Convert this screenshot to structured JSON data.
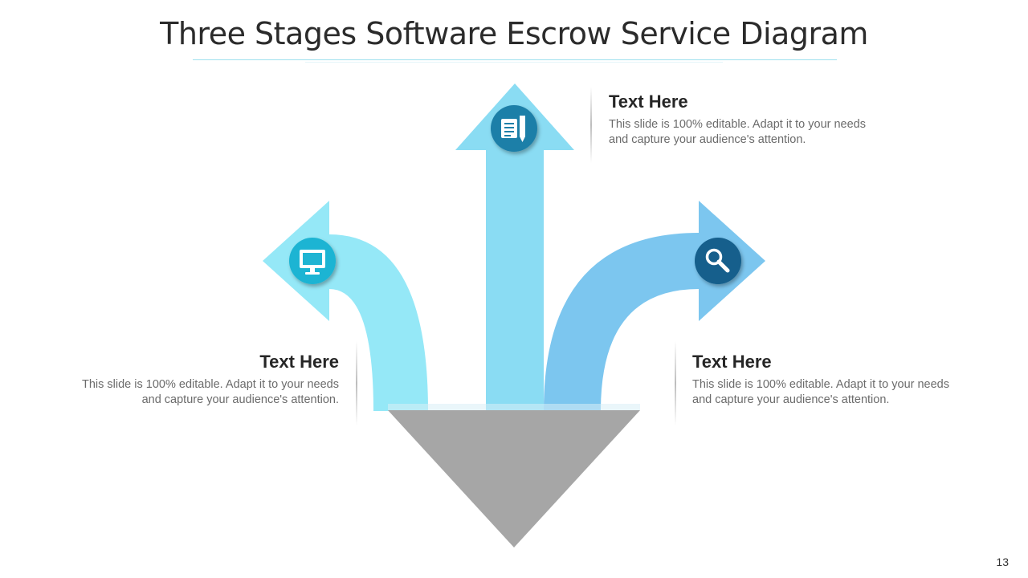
{
  "slide": {
    "title": "Three Stages Software Escrow Service Diagram",
    "page_number": "13"
  },
  "stages": [
    {
      "heading": "Text Here",
      "body": "This slide is 100% editable. Adapt it to your needs and capture your audience's attention.",
      "icon": "document-pen-icon"
    },
    {
      "heading": "Text Here",
      "body": "This slide is 100% editable. Adapt it to your needs and capture your audience's attention.",
      "icon": "monitor-icon"
    },
    {
      "heading": "Text Here",
      "body": "This slide is 100% editable. Adapt it to your needs and capture your audience's attention.",
      "icon": "search-icon"
    }
  ],
  "colors": {
    "arrow_up": "#8adcf3",
    "arrow_left": "#95e8f7",
    "arrow_right": "#7cc6ef",
    "base_triangle": "#a6a6a6",
    "icon_up": "#1e7fa8",
    "icon_left": "#1fb4d3",
    "icon_right": "#145f8c"
  }
}
